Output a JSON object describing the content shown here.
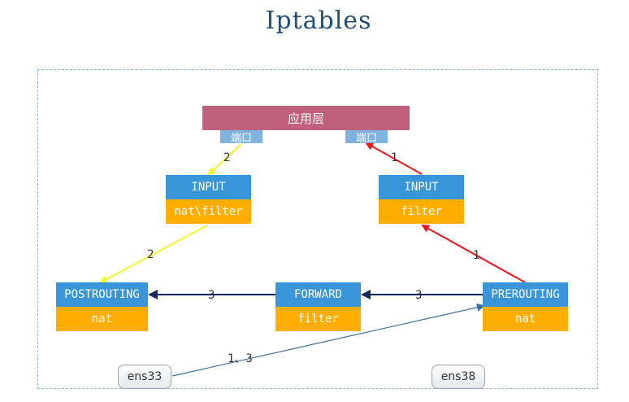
{
  "title": "Iptables",
  "app_layer": "应用层",
  "ports": {
    "left": "端口",
    "right": "端口"
  },
  "chains": {
    "input_left": {
      "name": "INPUT",
      "tables": "nat\\filter"
    },
    "input_right": {
      "name": "INPUT",
      "tables": "filter"
    },
    "postrouting": {
      "name": "POSTROUTING",
      "tables": "nat"
    },
    "forward": {
      "name": "FORWARD",
      "tables": "filter"
    },
    "prerouting": {
      "name": "PREROUTING",
      "tables": "nat"
    }
  },
  "interfaces": {
    "left": "ens33",
    "right": "ens38"
  },
  "arrows": {
    "input_right_to_port": {
      "label": "1",
      "color": "#e8161a"
    },
    "prerouting_to_input": {
      "label": "1",
      "color": "#e8161a"
    },
    "port_to_input_left": {
      "label": "2",
      "color": "#f5f52a"
    },
    "input_left_to_postrouting": {
      "label": "2",
      "color": "#f5f52a"
    },
    "prerouting_to_forward": {
      "label": "3",
      "color": "#102a5c"
    },
    "forward_to_postrouting": {
      "label": "3",
      "color": "#102a5c"
    },
    "ens33_to_prerouting": {
      "label": "1、3",
      "color": "#3a6fa3"
    }
  }
}
